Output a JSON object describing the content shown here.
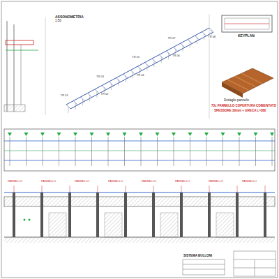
{
  "diagram": {
    "labels": [
      "ASSONOMETRIA",
      "1:50",
      "KEYPLAN",
      "Dettaglio pannello",
      "73c PANNELLO COPERTURA COIBENTATO",
      "SPESSORE 30mm + GRECA L=380",
      "SISTEMA BULLONI",
      "TR 01",
      "TR 02",
      "TR 03",
      "TR 04",
      "TR 05",
      "TR 06",
      "TR 07",
      "TR 08",
      "PANNELLO",
      "PANNELLO",
      "PANNELLO",
      "PANNELLO",
      "PANNELLO",
      "PANNELLO",
      "PANNELLO",
      "PANNELLO"
    ]
  }
}
